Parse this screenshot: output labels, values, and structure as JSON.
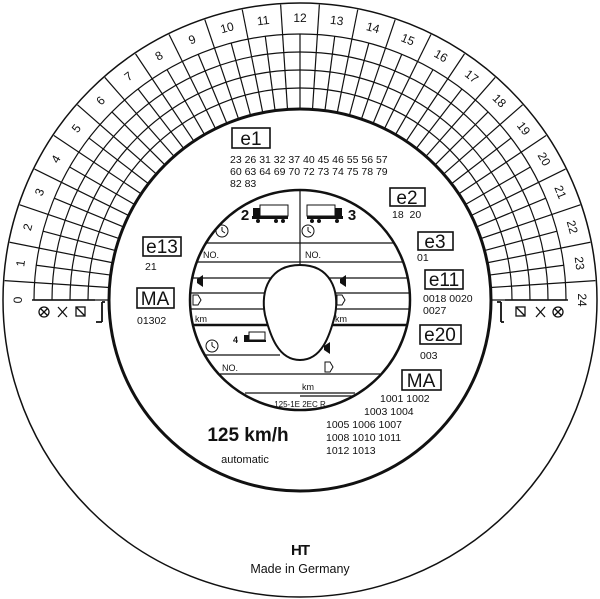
{
  "disc": {
    "hours": [
      "0",
      "1",
      "2",
      "3",
      "4",
      "5",
      "6",
      "7",
      "8",
      "9",
      "10",
      "11",
      "12",
      "13",
      "14",
      "15",
      "16",
      "17",
      "18",
      "19",
      "20",
      "21",
      "22",
      "23",
      "24"
    ],
    "approvals": [
      {
        "mark": "e1",
        "numbers": [
          "23 26 31 32 37 40 45 46 55 56 57",
          "60 63 64 69 70 72 73 74 75 78 79",
          "82 83"
        ]
      },
      {
        "mark": "e2",
        "numbers": [
          "18  20"
        ]
      },
      {
        "mark": "e3",
        "numbers": [
          "01"
        ]
      },
      {
        "mark": "e11",
        "numbers": [
          "0018 0020",
          "0027"
        ]
      },
      {
        "mark": "e20",
        "numbers": [
          "003"
        ]
      },
      {
        "mark": "MA",
        "numbers": [
          "1001 1002",
          "1003 1004",
          "1005 1006 1007",
          "1008 1010 1011",
          "1012 1013"
        ]
      },
      {
        "mark": "e13",
        "numbers": [
          "21"
        ]
      },
      {
        "mark": "MA",
        "numbers": [
          "01302"
        ]
      }
    ],
    "speed": "125 km/h",
    "mode": "automatic",
    "logo": "HT",
    "origin": "Made in Germany",
    "center": {
      "driver2": "2",
      "driver3": "3",
      "driver4": "4",
      "no_label": "NO.",
      "km_label": "km",
      "code": "125-1E 2EC R"
    },
    "activity_icons": [
      "steering-wheel-icon",
      "hammers-icon",
      "box-icon",
      "bed-bracket-icon"
    ]
  }
}
